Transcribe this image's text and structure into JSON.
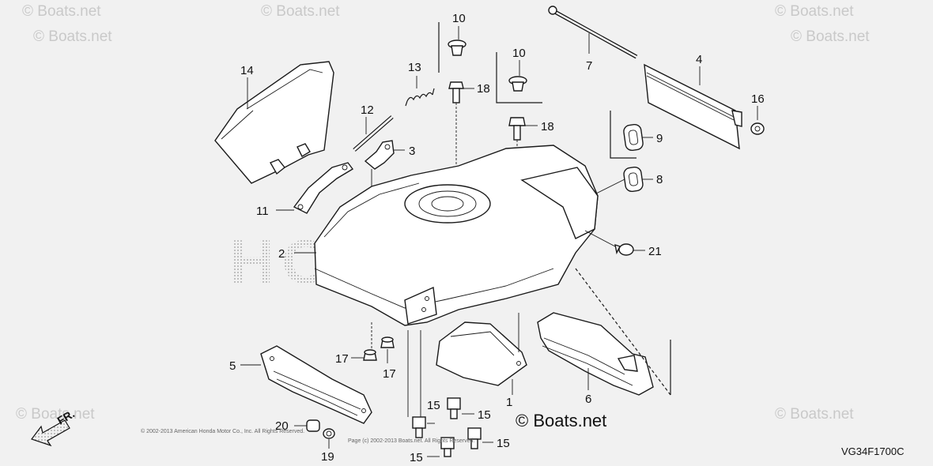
{
  "watermark": "© Boats.net",
  "brand_ghost": "HONDA",
  "diagram_code": "VG34F1700C",
  "direction_label": "FR.",
  "copyright": "© 2002-2013 American Honda Motor Co., Inc. All Rights Reserved.",
  "copyright_line2": "Page (c) 2002-2013 Boats.net. All Rights Reserved.",
  "callouts": {
    "c1": "1",
    "c2": "2",
    "c3": "3",
    "c4": "4",
    "c5": "5",
    "c6": "6",
    "c7": "7",
    "c8": "8",
    "c9": "9",
    "c10a": "10",
    "c10b": "10",
    "c11": "11",
    "c12": "12",
    "c13": "13",
    "c14": "14",
    "c15a": "15",
    "c15b": "15",
    "c15c": "15",
    "c15d": "15",
    "c16": "16",
    "c17a": "17",
    "c17b": "17",
    "c18a": "18",
    "c18b": "18",
    "c19": "19",
    "c20": "20",
    "c21": "21"
  }
}
